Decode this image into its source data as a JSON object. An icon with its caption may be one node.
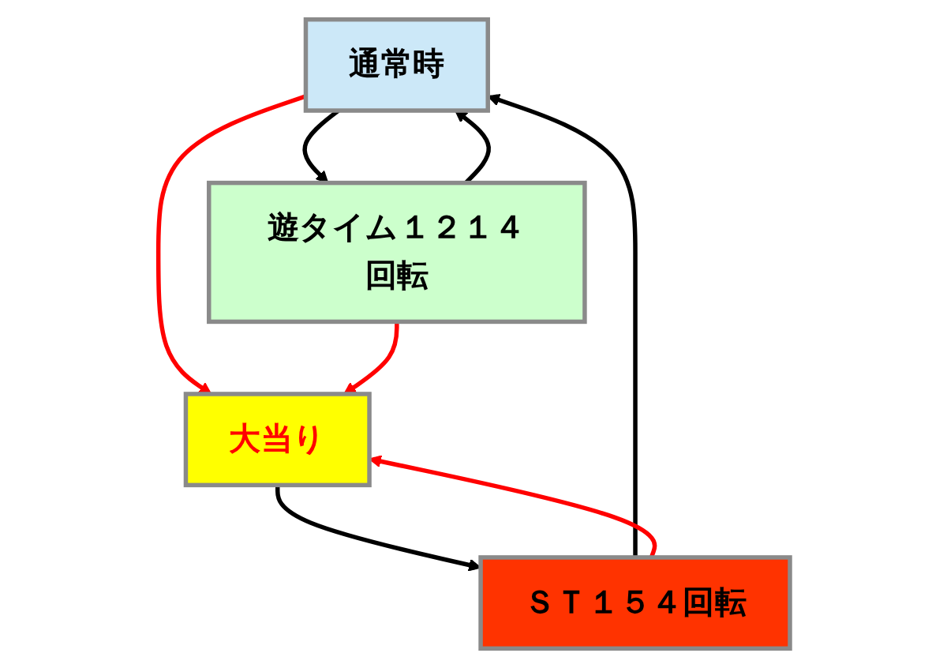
{
  "diagram": {
    "nodes": [
      {
        "text": [
          "通常時"
        ]
      },
      {
        "text": [
          "大当り"
        ]
      },
      {
        "text": [
          "遊タイム１２１４回転"
        ]
      },
      {
        "text": [
          "ＳＴ１５４回転"
        ]
      }
    ],
    "edges": [
      {
        "from": 0,
        "to": 1,
        "arrow": "to",
        "color": "#ff0000"
      },
      {
        "from": 2,
        "to": 1,
        "arrow": "to",
        "color": "#ff0000"
      },
      {
        "from": 0,
        "to": 2,
        "arrow": "to"
      },
      {
        "from": 2,
        "to": 0,
        "arrow": "to"
      },
      {
        "from": 3,
        "to": 0,
        "arrow": "to"
      },
      {
        "from": 1,
        "to": 3,
        "arrow": "to"
      },
      {
        "from": 3,
        "to": 1,
        "arrow": "to",
        "color": "#ff0000"
      }
    ]
  }
}
